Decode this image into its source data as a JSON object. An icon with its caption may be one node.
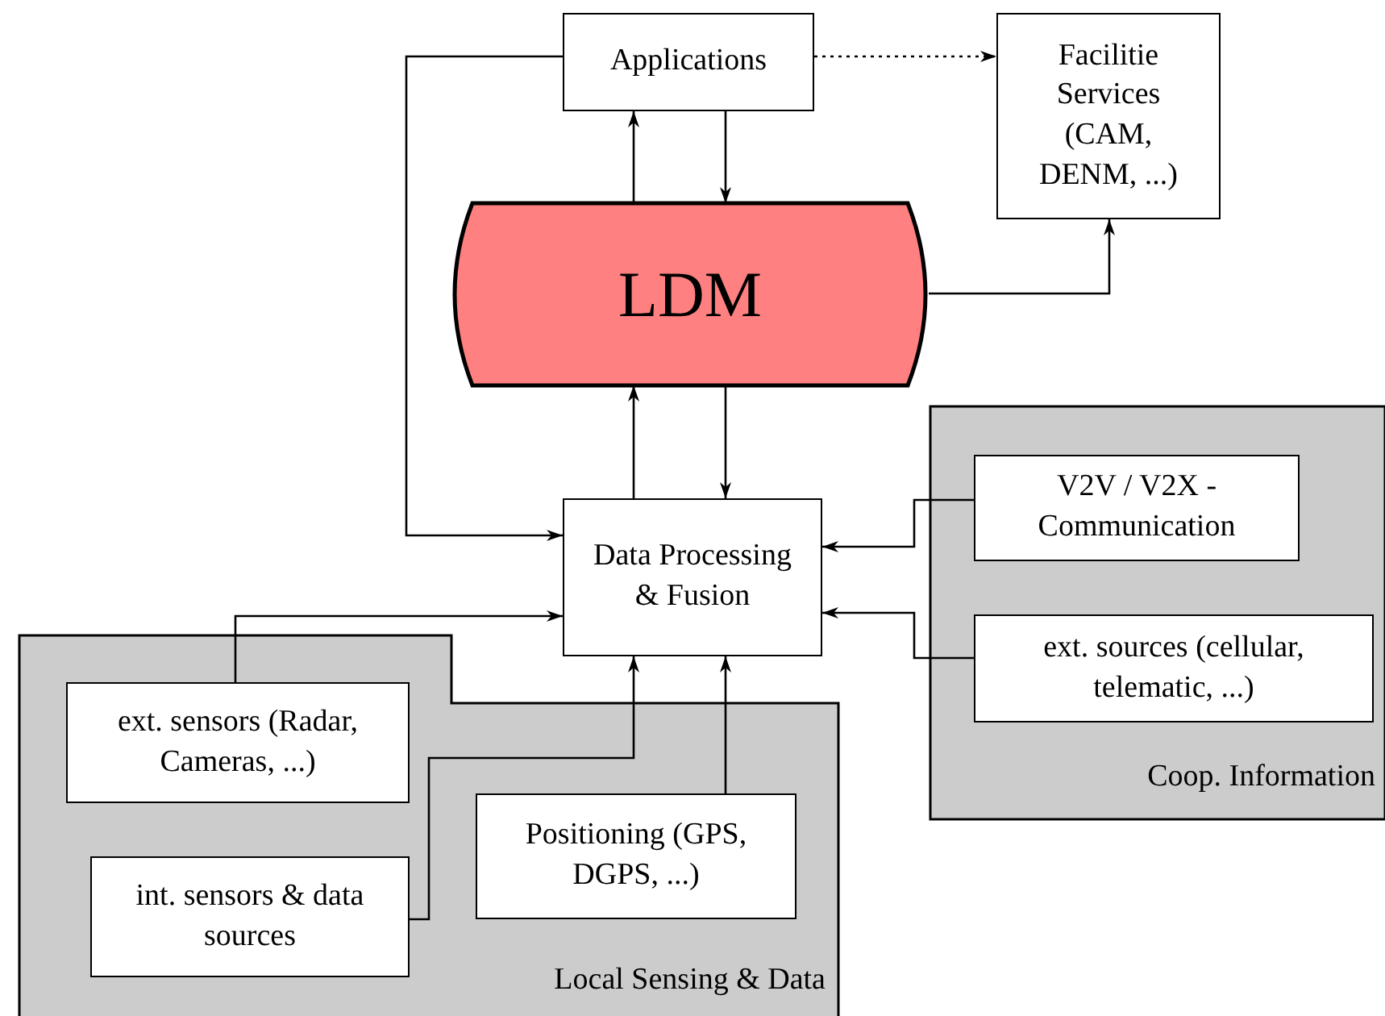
{
  "diagram": {
    "nodes": [
      {
        "text": [
          "Applications"
        ]
      },
      {
        "text": [
          "Facilitie Services (CAM, DENM, ...)"
        ]
      },
      {
        "text": [
          "LDM"
        ]
      },
      {
        "text": [
          "Data Processing & Fusion"
        ]
      },
      {
        "text": [
          "Coop. Information"
        ]
      },
      {
        "text": [
          "V2V / V2X - Communication"
        ],
        "in": 4
      },
      {
        "text": [
          "ext. sources (cellular, telematic, ...)"
        ],
        "in": 4
      },
      {
        "text": [
          "Local Sensing & Data"
        ]
      },
      {
        "text": [
          "ext. sensors (Radar, Cameras, ...)"
        ],
        "in": 7
      },
      {
        "text": [
          "int. sensors & data sources"
        ],
        "in": 7
      },
      {
        "text": [
          "Positioning (GPS, DGPS, ...)"
        ],
        "in": 7
      }
    ],
    "edges": [
      {
        "from": 0,
        "to": 1,
        "arrow": "to",
        "style": "dashed"
      },
      {
        "from": 2,
        "to": 0,
        "arrow": "to"
      },
      {
        "from": 0,
        "to": 2,
        "arrow": "to"
      },
      {
        "from": 2,
        "to": 1,
        "arrow": "to"
      },
      {
        "from": 0,
        "to": 3,
        "arrow": "to"
      },
      {
        "from": 3,
        "to": 2,
        "arrow": "to"
      },
      {
        "from": 2,
        "to": 3,
        "arrow": "to"
      },
      {
        "from": 5,
        "to": 3,
        "arrow": "to"
      },
      {
        "from": 6,
        "to": 3,
        "arrow": "to"
      },
      {
        "from": 8,
        "to": 3,
        "arrow": "to"
      },
      {
        "from": 9,
        "to": 3,
        "arrow": "to"
      },
      {
        "from": 10,
        "to": 3,
        "arrow": "to"
      }
    ]
  }
}
